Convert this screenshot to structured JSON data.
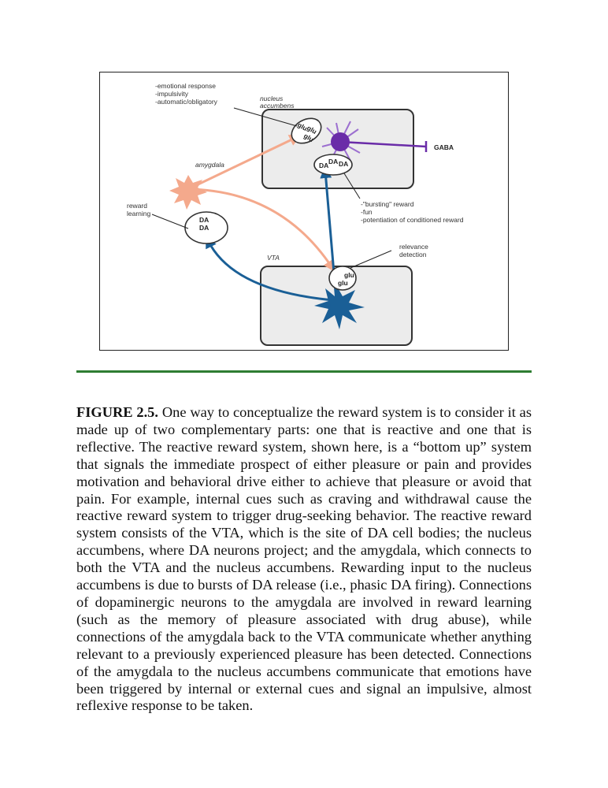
{
  "diagram": {
    "accumbens_notes": [
      "-emotional response",
      "-impulsivity",
      "-automatic/obligatory"
    ],
    "nucleus_accumbens_label": [
      "nucleus",
      "accumbens"
    ],
    "amygdala_label": "amygdala",
    "vta_label": "VTA",
    "gaba_label": "GABA",
    "reward_learning_label": [
      "reward",
      "learning"
    ],
    "bursting_notes": [
      "-\"bursting\" reward",
      "-fun",
      "-potentiation of conditioned reward"
    ],
    "relevance_label": [
      "relevance",
      "detection"
    ],
    "synapse_glu_accumbens": [
      "glu",
      "glu",
      "glu"
    ],
    "synapse_da_accumbens": [
      "DA",
      "DA",
      "DA"
    ],
    "synapse_da_amygdala": [
      "DA",
      "DA"
    ],
    "synapse_glu_vta": [
      "glu",
      "glu"
    ],
    "colors": {
      "accumbens_neuron": "#6a2ca8",
      "amygdala_neuron": "#f4a98c",
      "vta_neuron": "#1a5f96",
      "box_fill": "#ececec"
    }
  },
  "caption": {
    "label": "FIGURE 2.5.",
    "text": "One way to conceptualize the reward system is to consider it as made up of two complementary parts: one that is reactive and one that is reflective. The reactive reward system, shown here, is a “bottom up” system that signals the immediate prospect of either pleasure or pain and provides motivation and behavioral drive either to achieve that pleasure or avoid that pain. For example, internal cues such as craving and withdrawal cause the reactive reward system to trigger drug-seeking behavior. The reactive reward system consists of the VTA, which is the site of DA cell bodies; the nucleus accumbens, where DA neurons project; and the amygdala, which connects to both the VTA and the nucleus accumbens. Rewarding input to the nucleus accumbens is due to bursts of DA release (i.e., phasic DA firing). Connections of dopaminergic neurons to the amygdala are involved in reward learning (such as the memory of pleasure associated with drug abuse), while connections of the amygdala back to the VTA communicate whether anything relevant to a previously experienced pleasure has been detected. Connections of the amygdala to the nucleus accumbens communicate that emotions have been triggered by internal or external cues and signal an impulsive, almost reflexive response to be taken."
  }
}
